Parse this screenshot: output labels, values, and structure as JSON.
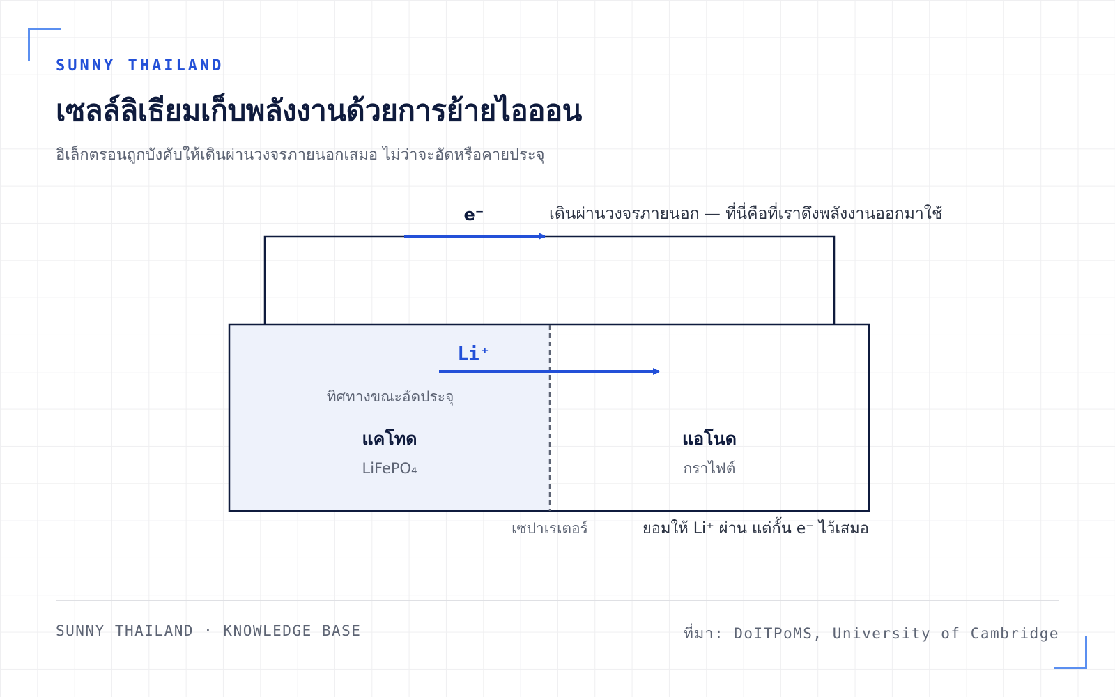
{
  "brand": "SUNNY THAILAND",
  "title": "เซลล์ลิเธียมเก็บพลังงานด้วยการย้ายไอออน",
  "subtitle": "อิเล็กตรอนถูกบังคับให้เดินผ่านวงจรภายนอกเสมอ ไม่ว่าจะอัดหรือคายประจุ",
  "diagram": {
    "electron_label": "e⁻",
    "electron_note": "เดินผ่านวงจรภายนอก — ที่นี่คือที่เราดึงพลังงานออกมาใช้",
    "ion_label": "Li⁺",
    "ion_direction_note": "ทิศทางขณะอัดประจุ",
    "cathode_label": "แคโทด",
    "cathode_material": "LiFePO₄",
    "anode_label": "แอโนด",
    "anode_material": "กราไฟต์",
    "separator_label": "เซปาเรเตอร์",
    "separator_note": "ยอมให้ Li⁺ ผ่าน แต่กั้น e⁻ ไว้เสมอ"
  },
  "colors": {
    "accent": "#2350d8",
    "ink": "#0f1b3d",
    "cathode_fill": "#eef2fb",
    "muted": "#5d6474"
  },
  "footer": {
    "left": "SUNNY THAILAND · KNOWLEDGE BASE",
    "right": "ที่มา: DoITPoMS, University of Cambridge"
  }
}
